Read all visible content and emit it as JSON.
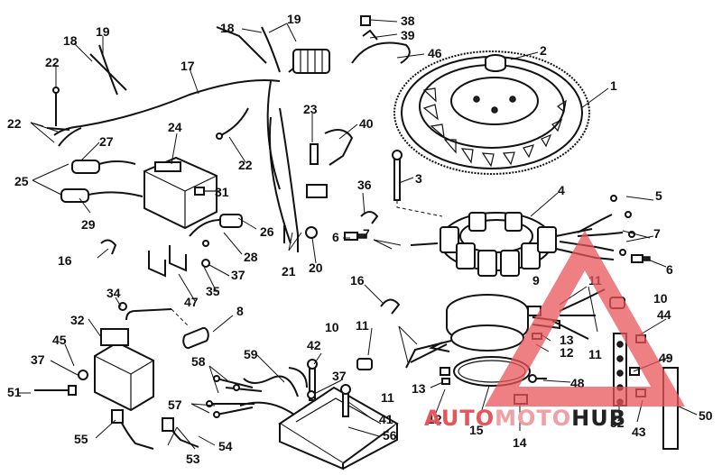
{
  "callouts": {
    "c1": "1",
    "c2": "2",
    "c3": "3",
    "c4": "4",
    "c5": "5",
    "c6a": "6",
    "c6b": "6",
    "c7a": "7",
    "c7b": "7",
    "c8": "8",
    "c9": "9",
    "c10a": "10",
    "c10b": "10",
    "c11a": "11",
    "c11b": "11",
    "c11c": "11",
    "c11d": "11",
    "c12a": "12",
    "c12b": "12",
    "c13a": "13",
    "c13b": "13",
    "c14": "14",
    "c15": "15",
    "c16a": "16",
    "c16b": "16",
    "c17": "17",
    "c18a": "18",
    "c18b": "18",
    "c19a": "19",
    "c19b": "19",
    "c20": "20",
    "c21": "21",
    "c22a": "22",
    "c22b": "22",
    "c22c": "22",
    "c23": "23",
    "c24": "24",
    "c25": "25",
    "c26": "26",
    "c27": "27",
    "c28": "28",
    "c29": "29",
    "c31": "31",
    "c32": "32",
    "c34": "34",
    "c35": "35",
    "c36": "36",
    "c37a": "37",
    "c37b": "37",
    "c37c": "37",
    "c38": "38",
    "c39": "39",
    "c40": "40",
    "c41": "41",
    "c42": "42",
    "c43": "43",
    "c44": "44",
    "c45": "45",
    "c46": "46",
    "c47": "47",
    "c48": "48",
    "c49": "49",
    "c50": "50",
    "c51": "51",
    "c52": "52",
    "c53": "53",
    "c54": "54",
    "c55": "55",
    "c56": "56",
    "c57": "57",
    "c58": "58",
    "c59": "59"
  },
  "watermark": {
    "part1": "AUTO",
    "part2": "MOTO",
    "part3": "HUB",
    "colors": {
      "triangle": "#e8545a",
      "auto": "#e8545a",
      "moto": "#f0a0a4",
      "hub": "#222222"
    }
  }
}
